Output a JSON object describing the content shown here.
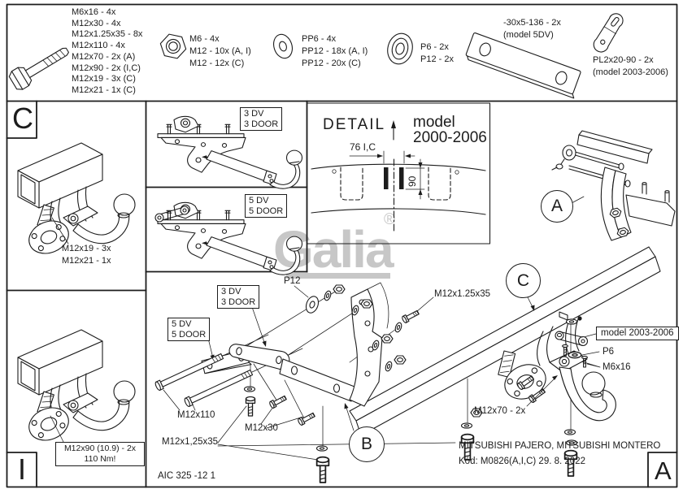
{
  "corner_labels": {
    "top_left_panel": "C",
    "bottom_left_panel": "I",
    "bottom_right": "A"
  },
  "parts_band": {
    "bolt_sizes": [
      "M6x16 - 4x",
      "M12x30 - 4x",
      "M12x1.25x35 - 8x",
      "M12x110 - 4x",
      "M12x70 - 2x (A)",
      "M12x90 - 2x (I,C)",
      "M12x19 - 3x (C)",
      "M12x21 - 1x (C)"
    ],
    "nut_sizes": [
      "M6 - 4x",
      "M12 - 10x (A, I)",
      "M12 - 12x (C)"
    ],
    "spring_washer_sizes": [
      "PP6 - 4x",
      "PP12 - 18x (A, I)",
      "PP12 - 20x (C)"
    ],
    "flat_washer_sizes": [
      "P6 - 2x",
      "P12 - 2x"
    ],
    "flat_bar": {
      "line1": "-30x5-136 - 2x",
      "line2": "(model 5DV)"
    },
    "clip": {
      "line1": "PL2x20-90 - 2x",
      "line2": "(model 2003-2006)"
    }
  },
  "panel_c": {
    "label1": "M12x19 - 3x",
    "label2": "M12x21 - 1x"
  },
  "panel_i": {
    "torque_line1": "M12x90 (10.9) - 2x",
    "torque_line2": "110 Nm!"
  },
  "side_views": {
    "v3_line1": "3 DV",
    "v3_line2": "3 DOOR",
    "v5_line1": "5 DV",
    "v5_line2": "5 DOOR"
  },
  "detail_box": {
    "title": "DETAIL",
    "model_line1": "model",
    "model_line2": "2000-2006",
    "dim_width": "76 I,C",
    "dim_height": "90"
  },
  "watermark": {
    "text": "Galia",
    "registered": "®",
    "color": "#c7c7c7"
  },
  "exploded": {
    "door3_line1": "3 DV",
    "door3_line2": "3 DOOR",
    "door5_line1": "5 DV",
    "door5_line2": "5 DOOR",
    "p12": "P12",
    "m12x110": "M12x110",
    "m12x30": "M12x30",
    "m12x125x35_left": "M12x1,25x35",
    "m12x125x35_right": "M12x1.25x35",
    "m12x70": "M12x70 - 2x",
    "model_2003": "model 2003-2006",
    "p6": "P6",
    "m6x16": "M6x16"
  },
  "callouts": {
    "a": "A",
    "b": "B",
    "c": "C"
  },
  "title_block": {
    "line1": "MITSUBISHI PAJERO, MITSUBISHI MONTERO",
    "line2": "Kód: M0826(A,I,C)  29. 8. 2022"
  },
  "doc_number": "AIC 325 -12 1"
}
